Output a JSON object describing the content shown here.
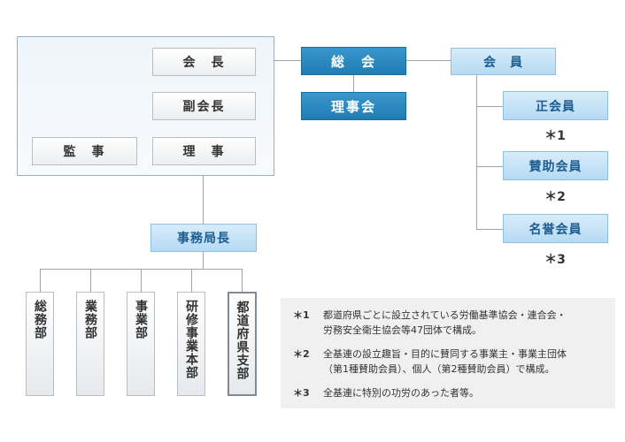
{
  "board": {
    "president": "会　長",
    "vice_president": "副会長",
    "auditor": "監　事",
    "director": "理　事"
  },
  "general_meeting": "総　会",
  "board_meeting": "理事会",
  "members": {
    "title": "会　員",
    "types": [
      {
        "label": "正会員",
        "mark": "＊1"
      },
      {
        "label": "賛助会員",
        "mark": "＊2"
      },
      {
        "label": "名誉会員",
        "mark": "＊3"
      }
    ]
  },
  "secretary_general": "事務局長",
  "departments": [
    "総務部",
    "業務部",
    "事業部",
    "研修事業本部",
    "都道府県支部"
  ],
  "notes": [
    {
      "mark": "＊1",
      "lines": [
        "都道府県ごとに設立されている労働基準協会・連合会・",
        "労務安全衛生協会等47団体で構成。"
      ]
    },
    {
      "mark": "＊2",
      "lines": [
        "全基連の設立趣旨・目的に賛同する事業主・事業主団体",
        "（第1種賛助会員）、個人（第2種賛助会員）で構成。"
      ]
    },
    {
      "mark": "＊3",
      "lines": [
        "全基連に特別の功労のあった者等。"
      ]
    }
  ]
}
